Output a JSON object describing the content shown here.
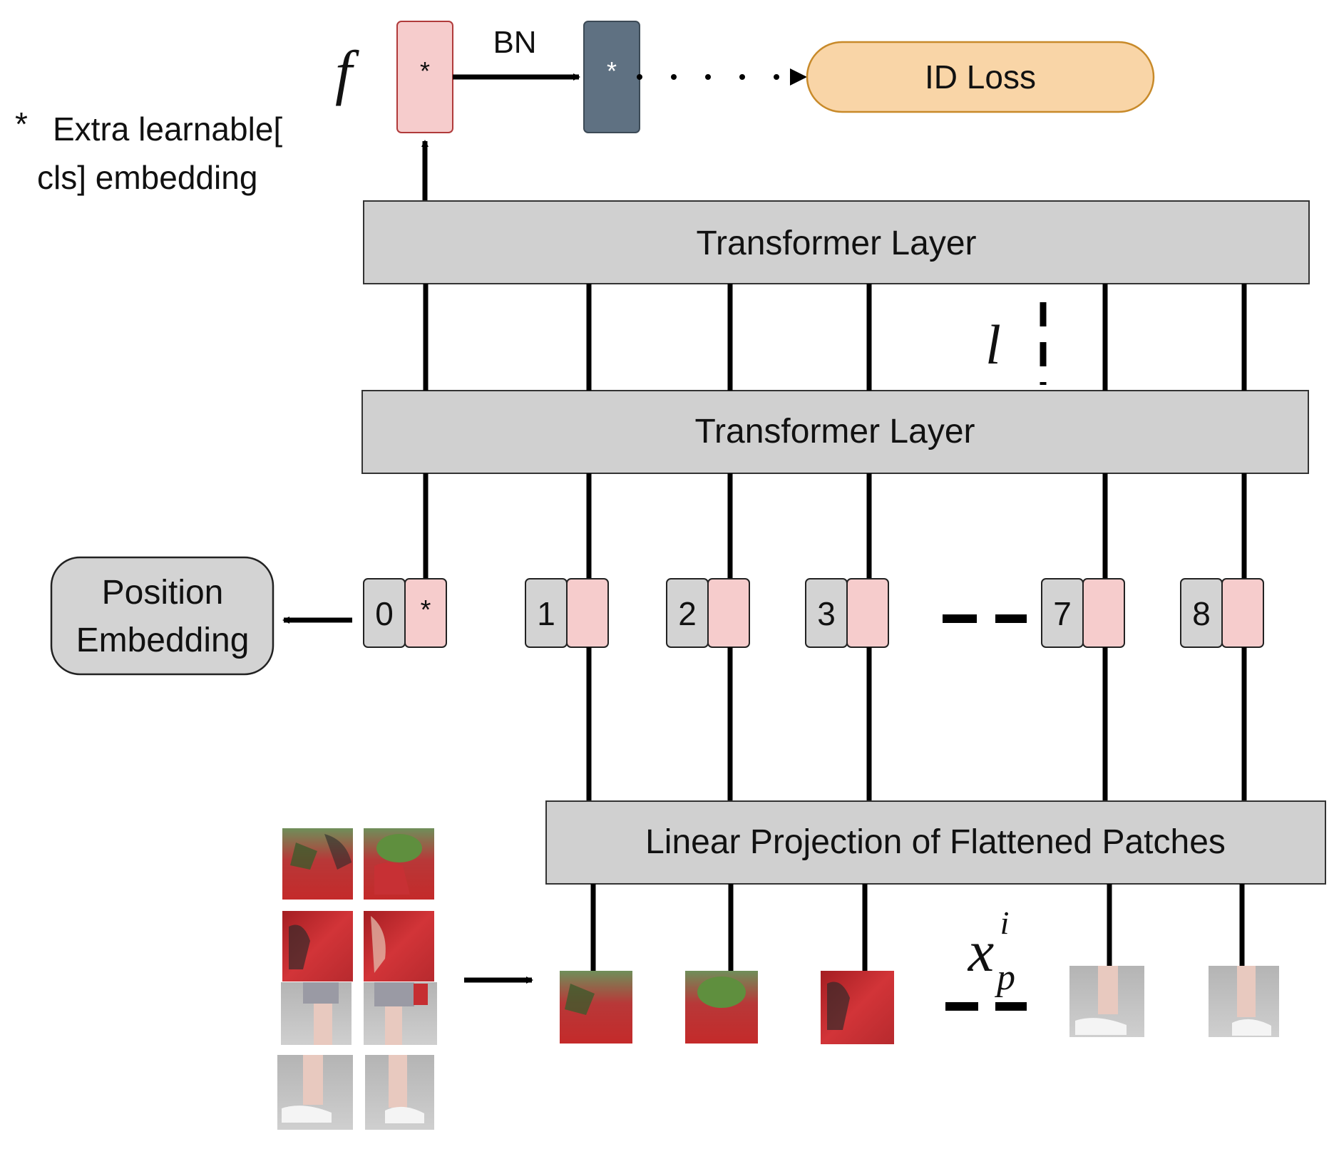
{
  "colors": {
    "layer_fill": "#d0d0d0",
    "token_fill": "#f6cccc",
    "token_border": "#b03a3a",
    "pos_fill": "#d3d3d3",
    "bn_fill": "#5f7182",
    "loss_fill": "#f9d5a7",
    "loss_border": "#c88a2a",
    "line": "#000000"
  },
  "top": {
    "feature_symbol": "f",
    "cls_star": "*",
    "bn_label": "BN",
    "bn_star": "*",
    "loss_label": "ID Loss"
  },
  "note": {
    "star": "*",
    "line1": "Extra learnable[",
    "line2": "cls] embedding"
  },
  "layers": {
    "transformer_top": "Transformer Layer",
    "transformer_bottom": "Transformer Layer",
    "linear_projection": "Linear Projection of Flattened Patches",
    "layer_symbol": "l"
  },
  "position_embedding": {
    "line1": "Position",
    "line2": "Embedding"
  },
  "tokens": [
    {
      "index": "0",
      "content": "*"
    },
    {
      "index": "1",
      "content": ""
    },
    {
      "index": "2",
      "content": ""
    },
    {
      "index": "3",
      "content": ""
    },
    {
      "index": "7",
      "content": ""
    },
    {
      "index": "8",
      "content": ""
    }
  ],
  "patch_symbol": {
    "base": "x",
    "superscript": "i",
    "subscript": "p"
  },
  "icons": {
    "patch_image": "person-patch-image",
    "patch_grid": "person-patch-grid"
  }
}
